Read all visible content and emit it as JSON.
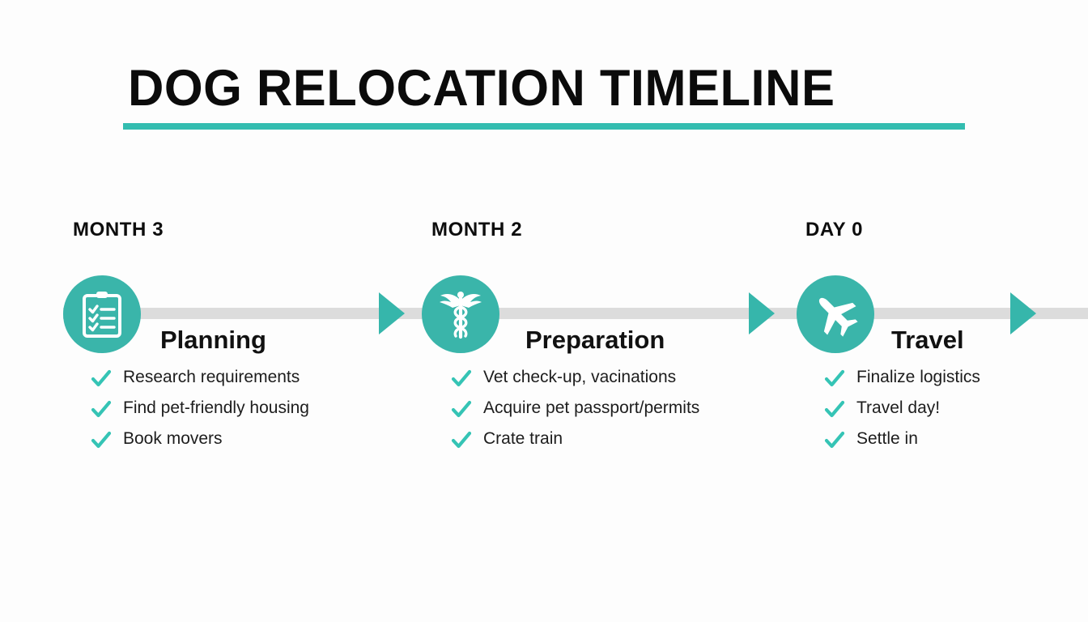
{
  "title": "DOG RELOCATION TIMELINE",
  "colors": {
    "accent_teal": "#33bdb0",
    "circle_teal": "#3ab5aa",
    "arrow_teal": "#36b6ab",
    "check_teal": "#35c4b5",
    "track_gray": "#dcdcdc",
    "background": "#fdfdfd",
    "text_dark": "#0d0d0d"
  },
  "timeline": {
    "milestones": [
      {
        "label": "MONTH 3",
        "heading": "Planning",
        "icon": "clipboard-checklist-icon",
        "items": [
          "Research requirements",
          "Find pet-friendly housing",
          "Book movers"
        ]
      },
      {
        "label": "MONTH 2",
        "heading": "Preparation",
        "icon": "caduceus-medical-icon",
        "items": [
          "Vet check-up, vacinations",
          "Acquire pet passport/permits",
          "Crate train"
        ]
      },
      {
        "label": "DAY 0",
        "heading": "Travel",
        "icon": "airplane-icon",
        "items": [
          "Finalize logistics",
          "Travel day!",
          "Settle in"
        ]
      }
    ]
  }
}
